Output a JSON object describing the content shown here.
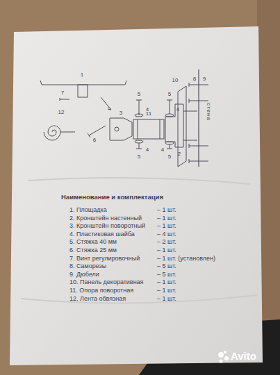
{
  "diagram": {
    "title": "Наименование и комплектация",
    "labels": [
      "1",
      "7",
      "12",
      "5",
      "4",
      "5",
      "4",
      "3",
      "11",
      "2",
      "10",
      "8",
      "9",
      "6",
      "4",
      "4",
      "5",
      "5",
      "стена",
      "1. Площадка",
      "– 1 шт.",
      "2. Кронштейн настенный",
      "– 1 шт.",
      "3. Кронштейн поворотный",
      "– 1 шт.",
      "4. Пластиковая шайба",
      "– 4 шт.",
      "5. Стяжка 40 мм",
      "– 2 шт.",
      "6. Стяжка 25 мм",
      "– 1 шт.",
      "7. Винт регулировочный",
      "– 1 шт. (установлен)",
      "8. Саморезы",
      "– 5 шт.",
      "9. Дюбели",
      "– 5 шт.",
      "10. Панель декоративная",
      "– 1 шт.",
      "11. Опора поворотная",
      "– 1 шт.",
      "12. Лента обвязная",
      "– 1 шт.",
      "Avito"
    ]
  }
}
